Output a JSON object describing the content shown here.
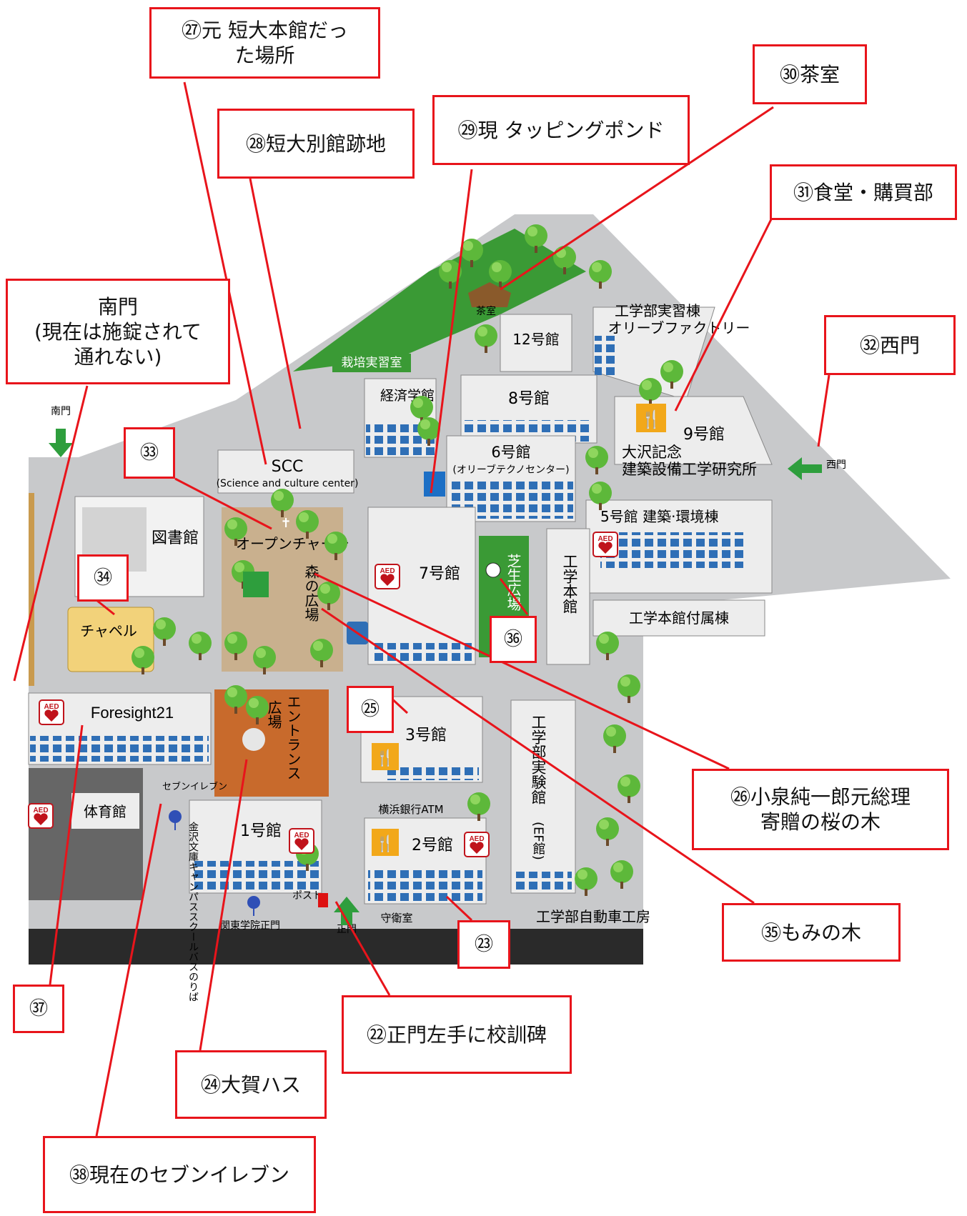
{
  "callouts": {
    "c27": "㉗元 短大本館だっ\nた場所",
    "c28": "㉘短大別館跡地",
    "c29": "㉙現 タッピングポンド",
    "c30": "㉚茶室",
    "c31": "㉛食堂・購買部",
    "c32": "㉜西門",
    "c_south": "南門\n(現在は施錠されて\n通れない)",
    "c33": "㉝",
    "c34": "㉞",
    "c36": "㊱",
    "c25": "㉕",
    "c26": "㉖小泉純一郎元総理\n寄贈の桜の木",
    "c35": "㉟もみの木",
    "c23": "㉓",
    "c22": "㉒正門左手に校訓碑",
    "c24": "㉔大賀ハス",
    "c37": "㊲",
    "c38": "㊳現在のセブンイレブン"
  },
  "labels": {
    "chashitsu": "茶室",
    "saibai": "栽培実習室",
    "b12": "12号館",
    "jisshu1": "工学部実習棟",
    "jisshu2": "オリーブファクトリー",
    "keizai": "経済学館",
    "b8": "8号館",
    "b9": "9号館",
    "osawa1": "大沢記念",
    "osawa2": "建築設備工学研究所",
    "b6": "6号館",
    "olive_tech": "(オリーブテクノセンター)",
    "scc": "SCC",
    "scc_sub": "(Science and culture center)",
    "b5": "5号館 建築·環境棟",
    "toshokan": "図書館",
    "open_church": "オープンチャーチ",
    "mori": "森の広場",
    "b7": "7号館",
    "shibafu": "芝生広場",
    "kougaku_honkan": "工学本館",
    "fuzoku": "工学本館付属棟",
    "chapel": "チャペル",
    "foresight": "Foresight21",
    "entrance": "エントランス",
    "hiroba": "広場",
    "b3": "3号館",
    "jikken1": "工学部実験館",
    "jikken2": "(EF館)",
    "seven": "セブンイレブン",
    "yokohama_atm": "横浜銀行ATM",
    "taiikukan": "体育館",
    "b1": "1号館",
    "b2": "2号館",
    "post": "ポスト",
    "bus": "金沢文庫キャンパススクールバスのりば",
    "seimon_bus": "関東学院正門",
    "seimon": "正門",
    "shueishitsu": "守衛室",
    "jidosha": "工学部自動車工房",
    "minami": "南門",
    "nishi": "西門",
    "aed": "AED"
  },
  "colors": {
    "callout_border": "#e8141b",
    "road": "#c8c9cb",
    "green": "#3a9a35",
    "tree": "#5db83a",
    "plaza": "#c86a2c",
    "arrow": "#2e9e3d",
    "building_window": "#2f6fb6",
    "restaurant": "#f2a81a"
  },
  "icons": [
    "restaurant-icon",
    "aed-icon",
    "arrow-up-icon",
    "arrow-left-icon",
    "arrow-down-icon",
    "bus-stop-icon",
    "post-icon",
    "phone-icon",
    "smoking-icon",
    "evacuation-icon",
    "cross-icon"
  ]
}
